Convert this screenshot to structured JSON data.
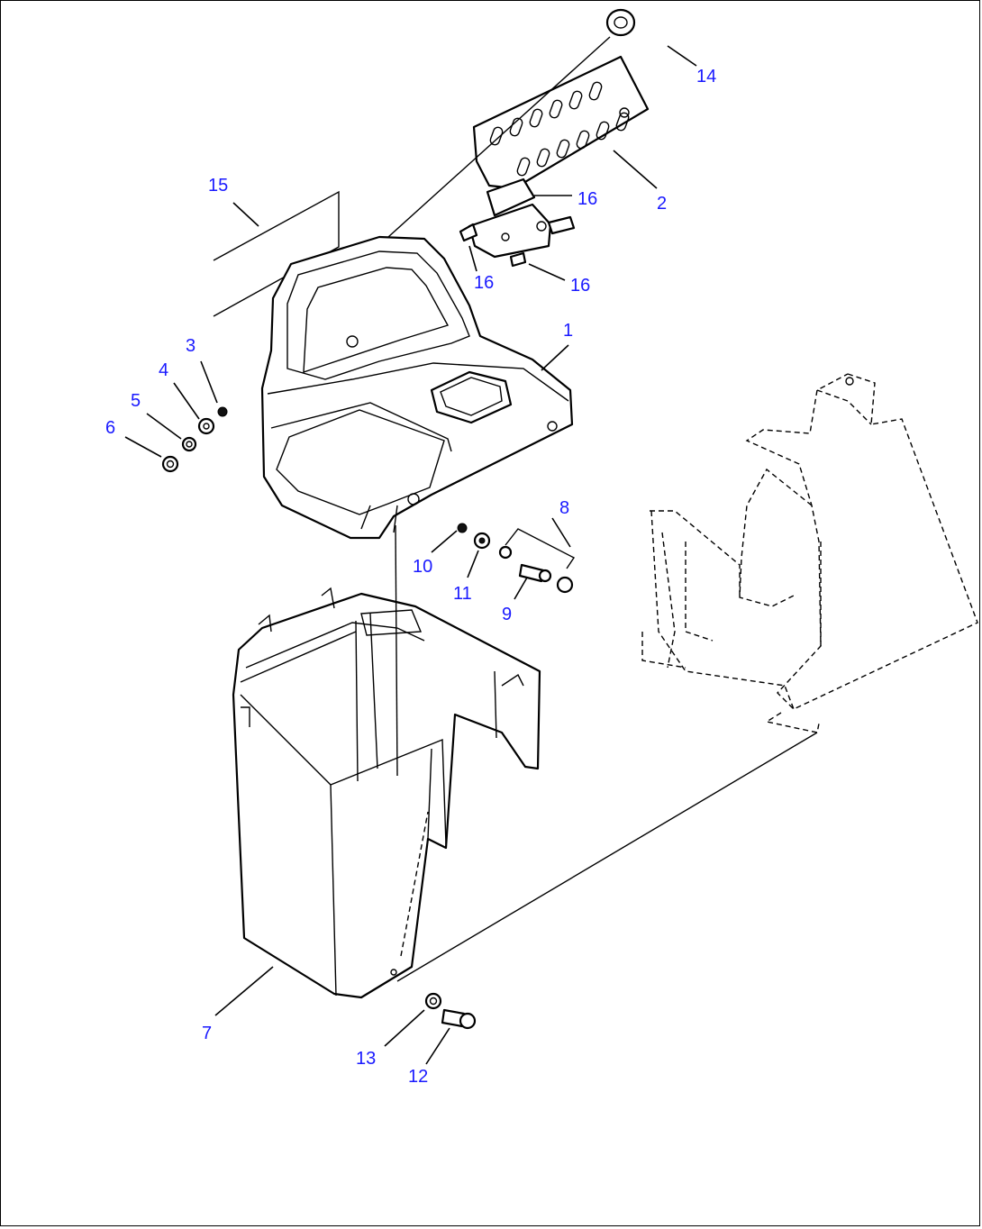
{
  "callouts": [
    {
      "id": "1",
      "text": "1"
    },
    {
      "id": "2",
      "text": "2"
    },
    {
      "id": "3",
      "text": "3"
    },
    {
      "id": "4",
      "text": "4"
    },
    {
      "id": "5",
      "text": "5"
    },
    {
      "id": "6",
      "text": "6"
    },
    {
      "id": "7",
      "text": "7"
    },
    {
      "id": "8",
      "text": "8"
    },
    {
      "id": "9",
      "text": "9"
    },
    {
      "id": "10",
      "text": "10"
    },
    {
      "id": "11",
      "text": "11"
    },
    {
      "id": "12",
      "text": "12"
    },
    {
      "id": "13",
      "text": "13"
    },
    {
      "id": "14",
      "text": "14"
    },
    {
      "id": "15",
      "text": "15"
    },
    {
      "id": "16a",
      "text": "16"
    },
    {
      "id": "16b",
      "text": "16"
    },
    {
      "id": "16c",
      "text": "16"
    }
  ],
  "colors": {
    "callout": "#1a1aff",
    "line": "#000000",
    "background": "#ffffff"
  }
}
